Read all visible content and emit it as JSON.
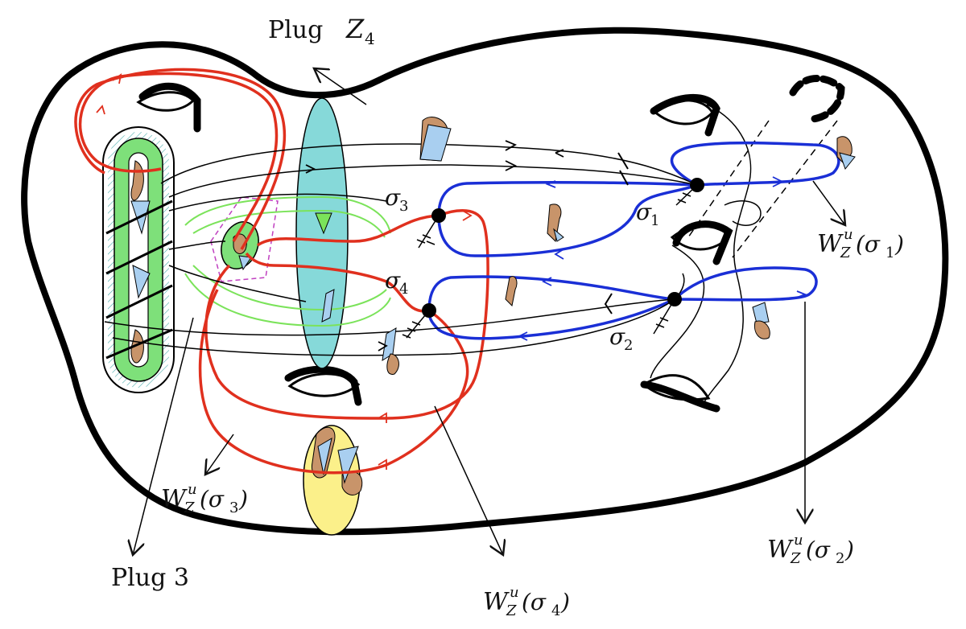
{
  "labels": {
    "plug_z4_word": "Plug",
    "plug_z4_sym": "Z",
    "plug_z4_sub": "4",
    "plug3": "Plug 3",
    "sigma1": {
      "sym": "σ",
      "sub": "1"
    },
    "sigma2": {
      "sym": "σ",
      "sub": "2"
    },
    "sigma3": {
      "sym": "σ",
      "sub": "3"
    },
    "sigma4": {
      "sym": "σ",
      "sub": "4"
    },
    "w_sigma1": {
      "base": "W",
      "sup": "u",
      "sub": "Z",
      "arg": "(σ",
      "arg_sub": "1",
      "close": ")"
    },
    "w_sigma2": {
      "base": "W",
      "sup": "u",
      "sub": "Z",
      "arg": "(σ",
      "arg_sub": "2",
      "close": ")"
    },
    "w_sigma3": {
      "base": "W",
      "sup": "u",
      "sub": "Z",
      "arg": "(σ",
      "arg_sub": "3",
      "close": ")"
    },
    "w_sigma4": {
      "base": "W",
      "sup": "u",
      "sub": "Z",
      "arg": "(σ",
      "arg_sub": "4",
      "close": ")"
    }
  },
  "colors": {
    "outline": "#000000",
    "red_manifold": "#e0301e",
    "blue_manifold": "#1a2fd6",
    "green_manifold": "#7be35a",
    "plug_z4_fill": "#86d9d9",
    "plug_yellow_fill": "#fbf08a",
    "plug3_fill": "#7ee07a",
    "tube_brown": "#c8946a",
    "tube_blue": "#a9cff0",
    "magenta": "#c040c0"
  }
}
